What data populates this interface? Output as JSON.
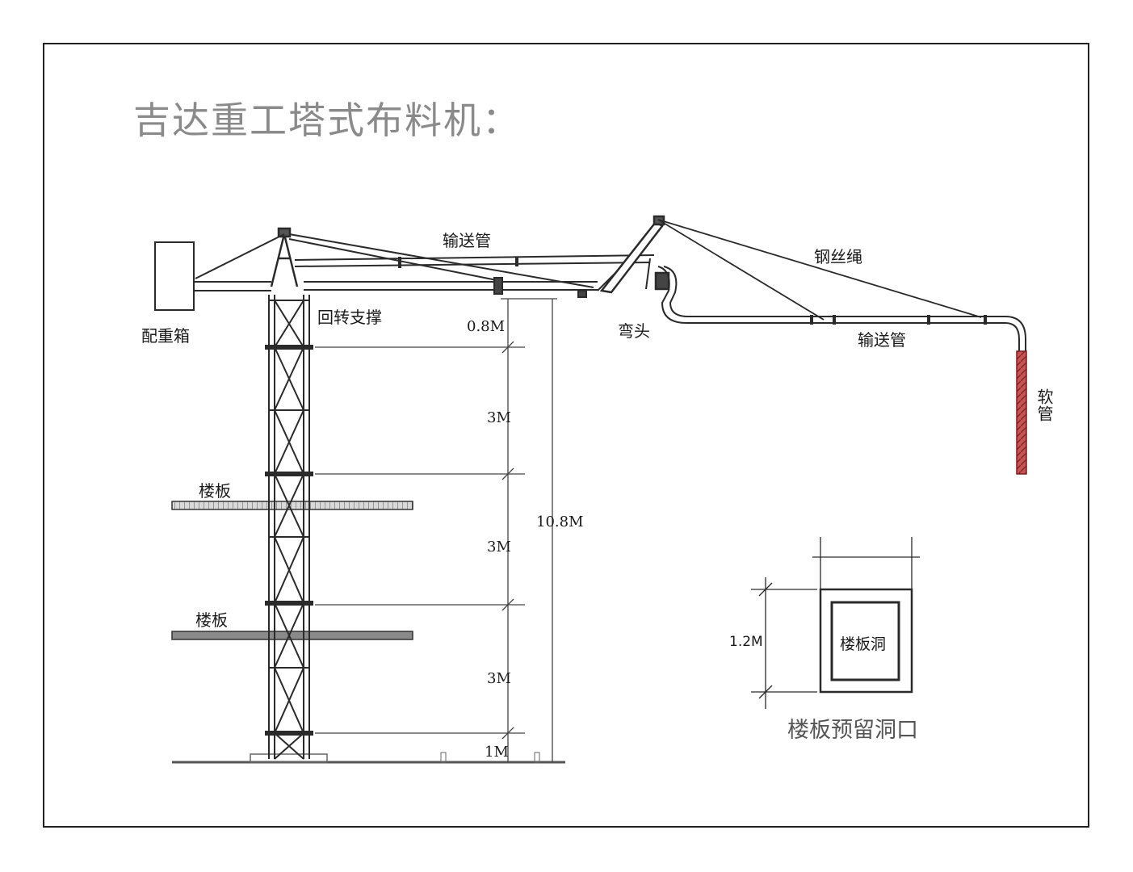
{
  "title": "吉达重工塔式布料机：",
  "labels": {
    "counterweight": "配重箱",
    "slewing_bearing": "回转支撑",
    "pipe_upper": "输送管",
    "pipe_lower": "输送管",
    "wire_rope": "钢丝绳",
    "elbow": "弯头",
    "hose": "软管",
    "floor_slab_1": "楼板",
    "floor_slab_2": "楼板"
  },
  "dimensions": {
    "d1": "0.8M",
    "d2": "3M",
    "d3": "3M",
    "d4": "3M",
    "d5": "1M",
    "total": "10.8M"
  },
  "slab_hole": {
    "label": "楼板洞",
    "size": "1.2M",
    "caption": "楼板预留洞口"
  },
  "colors": {
    "line": "#2a2a2a",
    "hose": "#b63a3a",
    "title": "#8a8a8a"
  }
}
